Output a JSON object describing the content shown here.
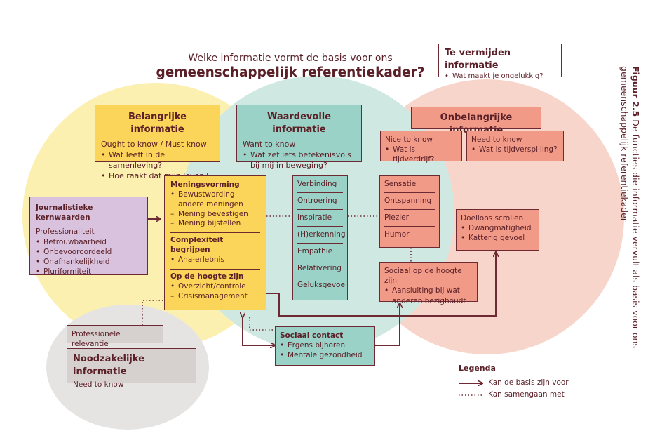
{
  "title": {
    "line1": "Welke informatie vormt de basis voor ons",
    "line2": "gemeenschappelijk referentiekader?"
  },
  "avoid": {
    "heading": "Te vermijden informatie",
    "item": "Wat maakt je ongelukkig?"
  },
  "caption": {
    "figure": "Figuur 2.5",
    "line1": "De functies die informatie vervult als basis voor ons",
    "line2": "gemeenschappelijk referentiekader"
  },
  "important": {
    "heading": "Belangrijke informatie",
    "sub": "Ought to know / Must know",
    "items": [
      "Wat leeft in de samenleving?",
      "Hoe raakt dat mijn leven?"
    ]
  },
  "valuable": {
    "heading": "Waardevolle informatie",
    "sub": "Want to know",
    "items": [
      "Wat zet iets betekenisvols bij mij in beweging?"
    ]
  },
  "unimportant": {
    "heading": "Onbelangrijke informatie",
    "nice": {
      "sub": "Nice to know",
      "item": "Wat is tijdverdrijf?"
    },
    "need": {
      "sub": "Need to know",
      "item": "Wat is tijdverspilling?"
    }
  },
  "core_values": {
    "heading": "Journalistieke kernwaarden",
    "sub": "Professionaliteit",
    "items": [
      "Betrouwbaarheid",
      "Onbevooroordeeld",
      "Onafhankelijkheid",
      "Pluriformiteit"
    ]
  },
  "opinion": {
    "heading": "Meningsvorming",
    "items": [
      "Bewustwording andere meningen"
    ],
    "dash_items": [
      "Mening bevestigen",
      "Mening bijstellen"
    ],
    "complex_heading": "Complexiteit begrijpen",
    "complex_items": [
      "Aha-erlebnis"
    ],
    "aware_heading": "Op de hoogte zijn",
    "aware_items": [
      "Overzicht/controle"
    ],
    "aware_dash": [
      "Crisismanagement"
    ]
  },
  "emotions": [
    "Verbinding",
    "Ontroering",
    "Inspiratie",
    "(H)erkenning",
    "Empathie",
    "Relativering",
    "Geluksgevoel"
  ],
  "fun": [
    "Sensatie",
    "Ontspanning",
    "Plezier",
    "Humor"
  ],
  "scroll": {
    "heading": "Doelloos scrollen",
    "items": [
      "Dwangmatigheid",
      "Katterig gevoel"
    ]
  },
  "social_aware": {
    "heading": "Sociaal op de hoogte zijn",
    "items": [
      "Aansluiting bij wat anderen bezighoudt"
    ]
  },
  "social_contact": {
    "heading": "Sociaal contact",
    "items": [
      "Ergens bijhoren",
      "Mentale gezondheid"
    ]
  },
  "prof_relevance": "Professionele relevantie",
  "necessary": {
    "heading": "Noodzakelijke informatie",
    "sub": "Need to know"
  },
  "legend": {
    "title": "Legenda",
    "arrow": "Kan de basis zijn voor",
    "dotted": "Kan samengaan met"
  },
  "colors": {
    "yellow": "#fbd55a",
    "teal": "#9bd2c7",
    "salmon": "#f19a88",
    "lilac": "#d9c2dd",
    "grey": "#d6d1cf",
    "dark": "#6e2a33"
  }
}
